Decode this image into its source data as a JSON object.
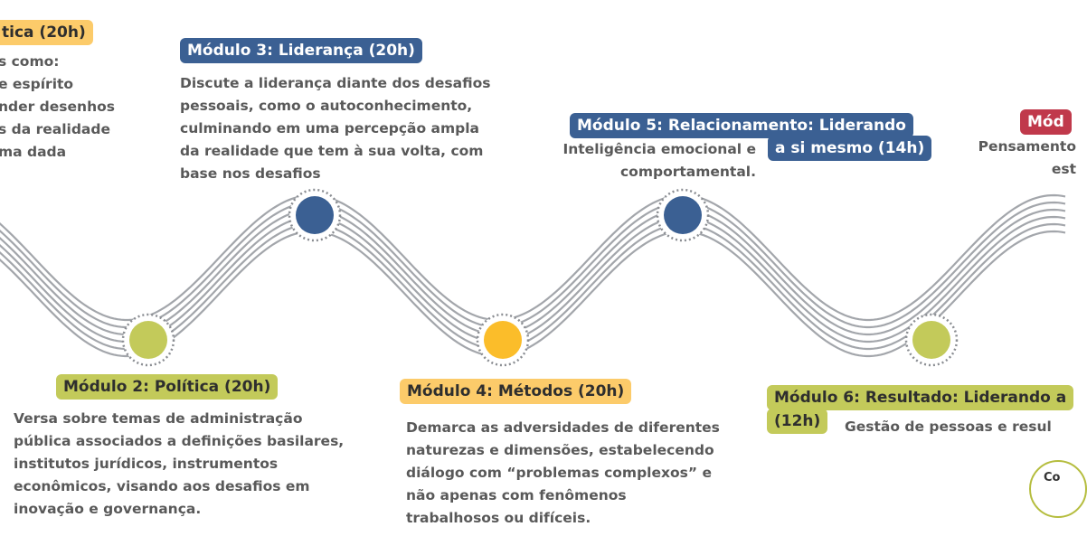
{
  "colors": {
    "blue": "#3b6093",
    "green": "#c3ca5a",
    "yellow": "#fbbd2a",
    "yellow_light": "#fccb6a",
    "red": "#c0394b",
    "wave": "#a3a6ab",
    "text": "#595959"
  },
  "modules": {
    "m1": {
      "title": "tica (20h)",
      "lines": [
        "s como:",
        "e espírito",
        "nder desenhos",
        "s da realidade",
        "ma dada"
      ]
    },
    "m2": {
      "title": "Módulo 2: Política (20h)",
      "lines": [
        "Versa sobre temas de administração",
        "pública associados a definições basilares,",
        "institutos jurídicos, instrumentos",
        "econômicos, visando aos desafios em",
        "inovação e governança."
      ]
    },
    "m3": {
      "title": "Módulo 3: Liderança (20h)",
      "lines": [
        "Discute a liderança diante dos desafios",
        "pessoais, como o autoconhecimento,",
        "culminando em uma percepção ampla",
        "da realidade que tem à sua volta, com",
        "base nos desafios"
      ]
    },
    "m4": {
      "title": "Módulo 4: Métodos (20h)",
      "lines": [
        "Demarca as adversidades de diferentes",
        "naturezas e dimensões, estabelecendo",
        "diálogo com “problemas complexos” e",
        "não apenas com fenômenos",
        "trabalhosos ou difíceis."
      ]
    },
    "m5": {
      "title_line1": "Módulo 5: Relacionamento: Liderando",
      "title_line2": "a si mesmo (14h)",
      "lines": [
        "Inteligência emocional e",
        "comportamental."
      ]
    },
    "m6": {
      "title_line1": "Módulo 6: Resultado: Liderando a",
      "title_line2": "(12h)",
      "lines": [
        "Gestão de pessoas e resul"
      ]
    },
    "m7": {
      "title": "Mód",
      "lines": [
        "Pensamento",
        "est"
      ]
    }
  },
  "corner": {
    "label": "Co"
  },
  "nodes": [
    {
      "name": "node-module-2",
      "color": "green"
    },
    {
      "name": "node-module-3",
      "color": "blue"
    },
    {
      "name": "node-module-4",
      "color": "yellow"
    },
    {
      "name": "node-module-5",
      "color": "blue"
    },
    {
      "name": "node-module-6",
      "color": "green"
    }
  ]
}
